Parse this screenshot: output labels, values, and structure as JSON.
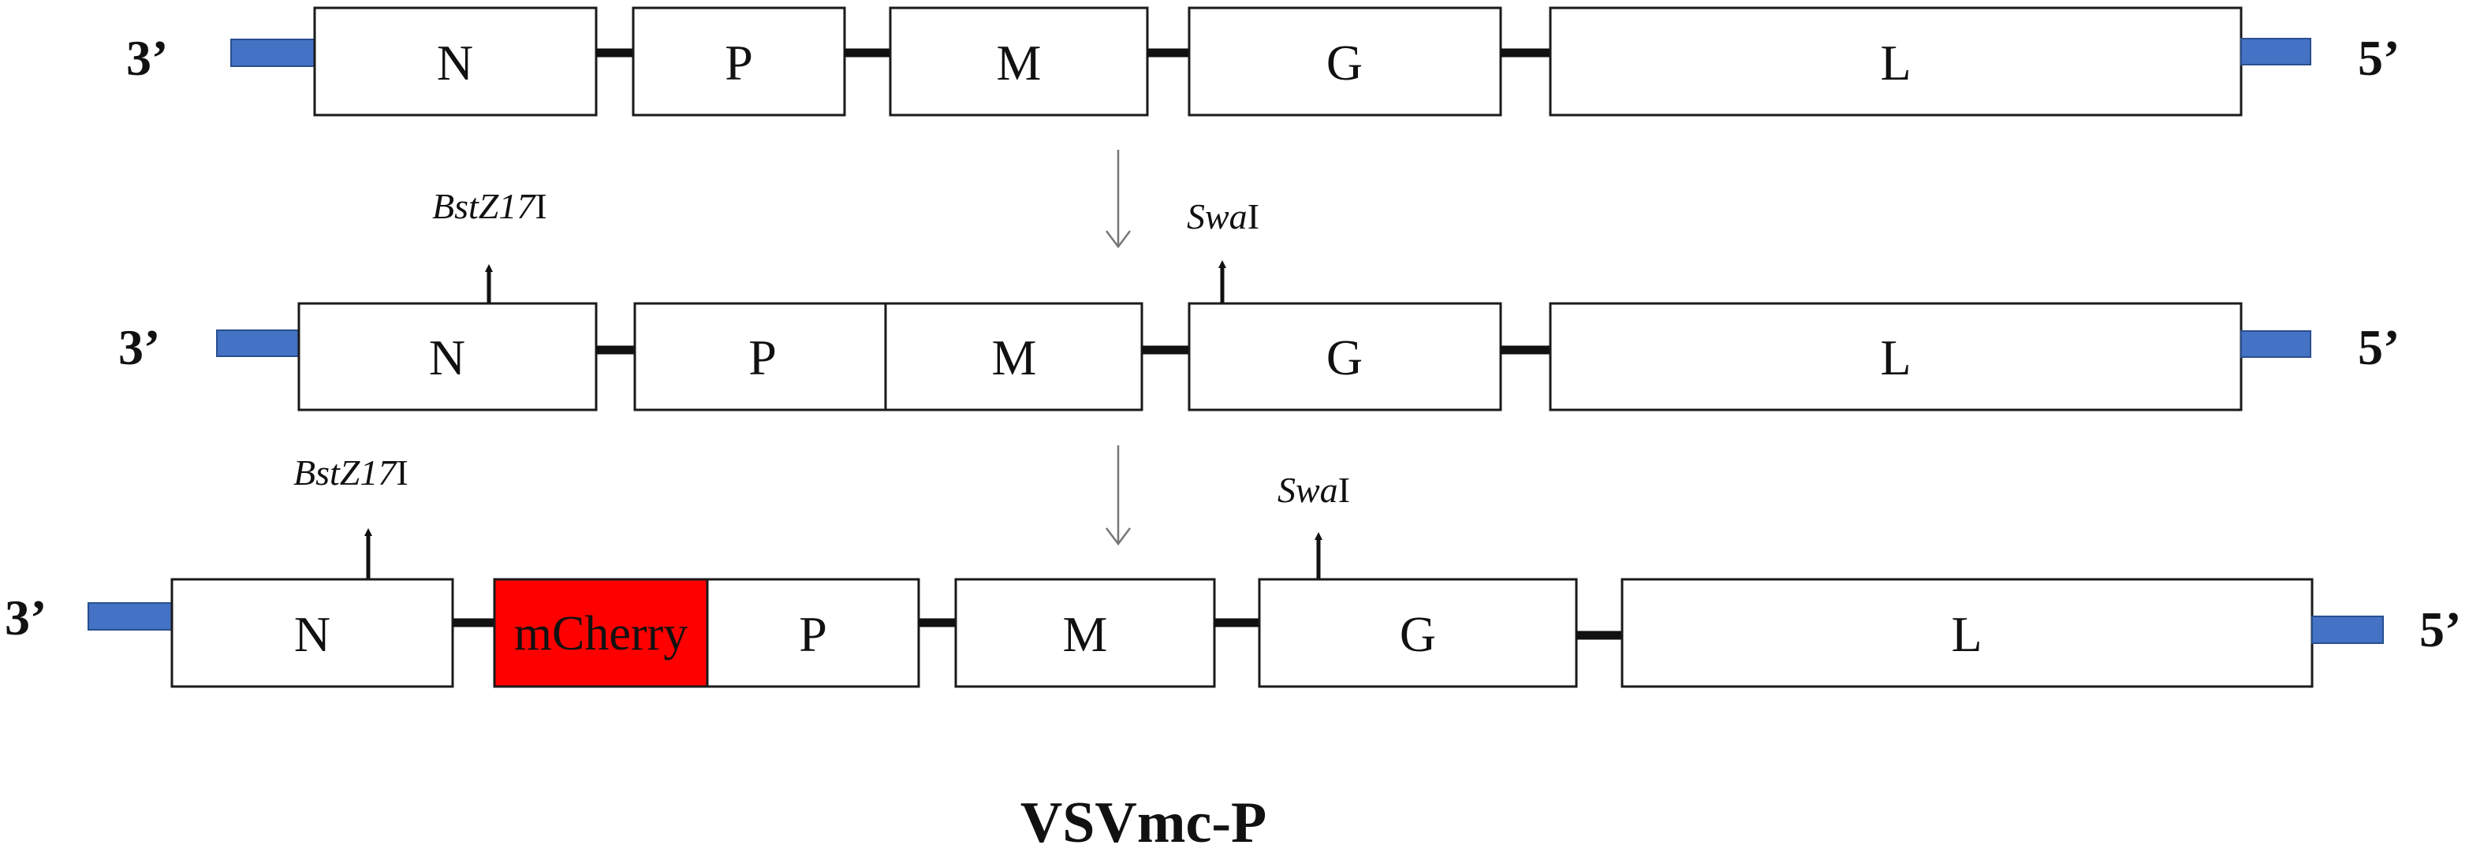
{
  "colors": {
    "utr_blue": "#4472c4",
    "mcherry_red": "#ff0000",
    "line": "#111111"
  },
  "constructs": [
    {
      "id": "wild-type",
      "end_left": "3’",
      "end_right": "5’",
      "genes": [
        "N",
        "P",
        "M",
        "G",
        "L"
      ]
    },
    {
      "id": "modified-backbone",
      "end_left": "3’",
      "end_right": "5’",
      "genes": [
        "N",
        "P",
        "M",
        "G",
        "L"
      ],
      "site_1": {
        "italic": "BstZ17",
        "roman": "I"
      },
      "site_2": {
        "italic": "Swa",
        "roman": "I"
      }
    },
    {
      "id": "vsvmc-p",
      "end_left": "3’",
      "end_right": "5’",
      "genes": [
        "N",
        "mCherry",
        "P",
        "M",
        "G",
        "L"
      ],
      "site_1": {
        "italic": "BstZ17",
        "roman": "I"
      },
      "site_2": {
        "italic": "Swa",
        "roman": "I"
      }
    }
  ],
  "title": "VSVmc-P"
}
